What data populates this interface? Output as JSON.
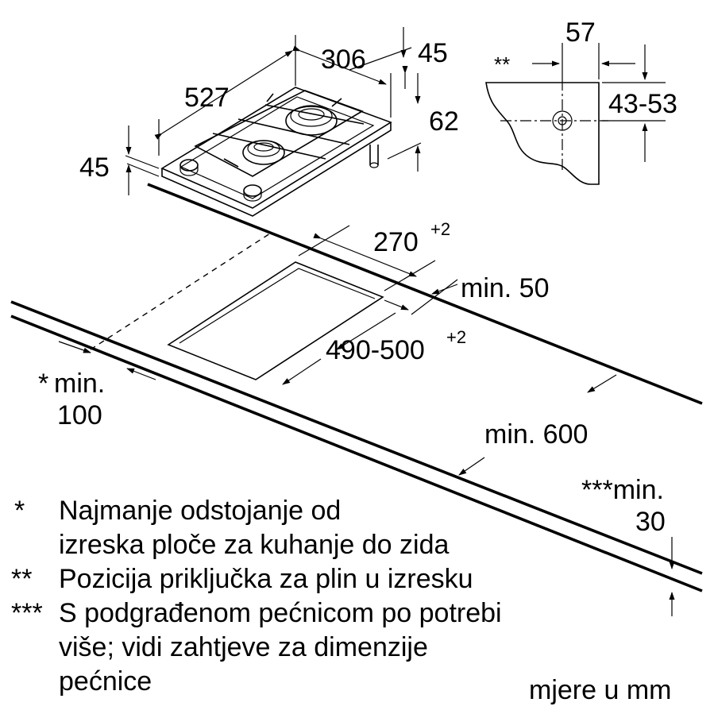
{
  "dimensions": {
    "hob_width": "306",
    "hob_depth": "527",
    "hob_side_height": "45",
    "hob_top_height": "45",
    "hob_total_height": "62",
    "bracket_width": "57",
    "bracket_height": "43-53",
    "gas_connection_mark": "**",
    "cutout_width": "270",
    "cutout_width_tolerance": "+2",
    "cutout_depth": "490-500",
    "cutout_depth_tolerance": "+2",
    "min_back": "min. 50",
    "min_wall_mark": "*",
    "min_wall_line1": "min.",
    "min_wall_line2": "100",
    "min_depth": "min. 600",
    "min_oven_line1": "***min.",
    "min_oven_line2": "30"
  },
  "notes": [
    {
      "mark": "*",
      "lines": [
        "Najmanje odstojanje od",
        "izreska ploče za kuhanje do zida"
      ]
    },
    {
      "mark": "**",
      "lines": [
        "Pozicija priključka za plin u izresku"
      ]
    },
    {
      "mark": "***",
      "lines": [
        "S podgrađenom pećnicom po potrebi",
        "više; vidi zahtjeve za dimenzije",
        "pećnice"
      ]
    }
  ],
  "units_note": "mjere u mm"
}
